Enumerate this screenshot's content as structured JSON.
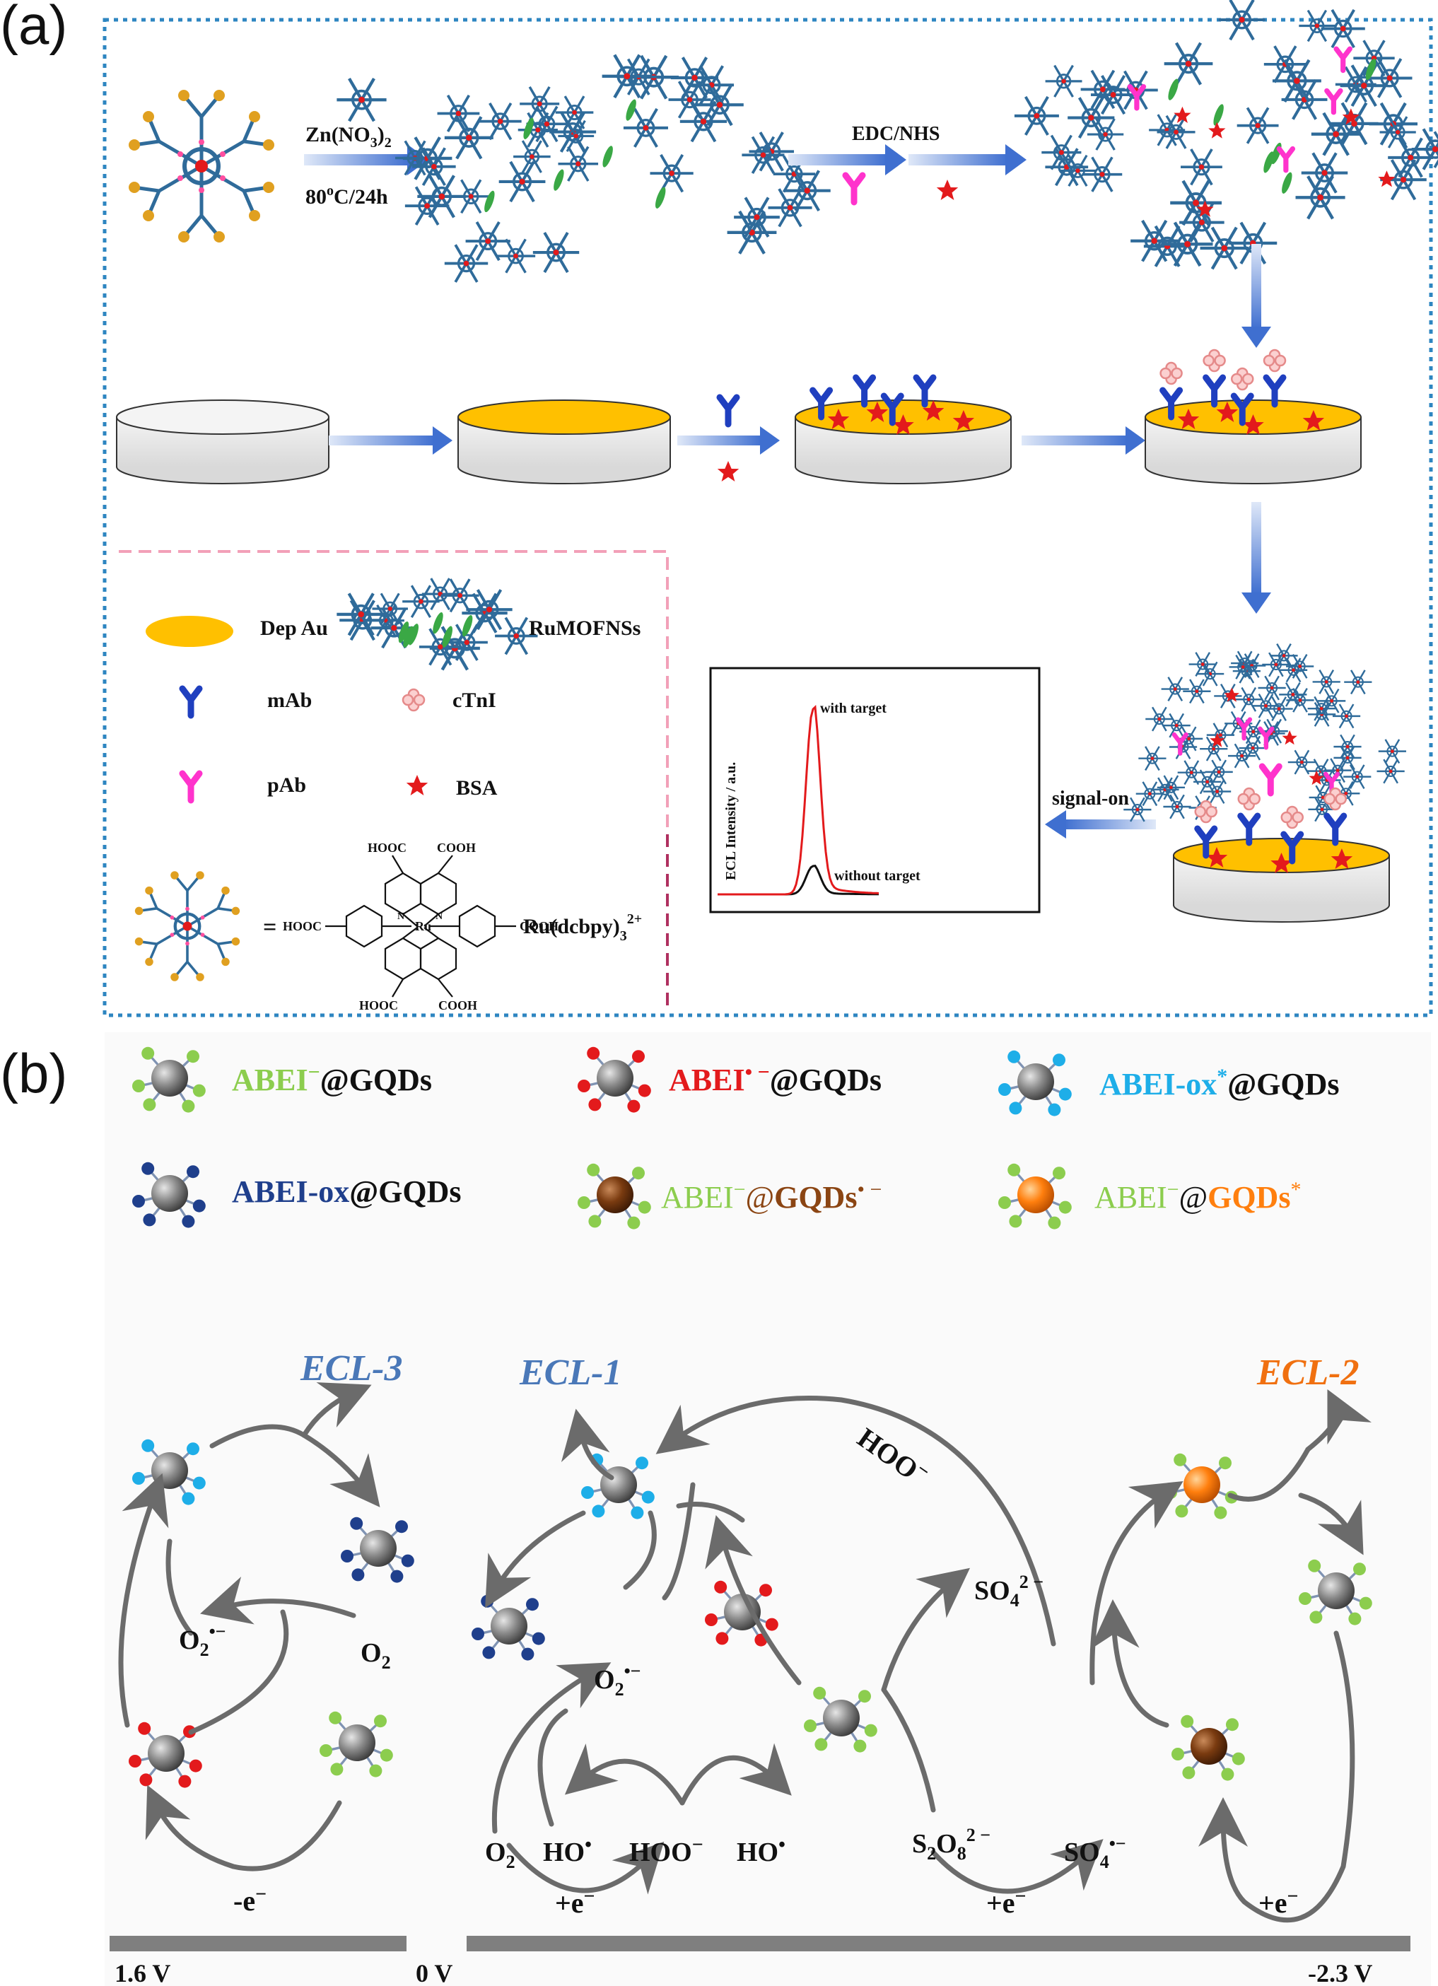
{
  "panels": {
    "a": "(a)",
    "b": "(b)"
  },
  "panel_a": {
    "synthesis_reagent": "Zn(NO",
    "synthesis_reagent_sub3": "3",
    "synthesis_reagent_close": ")",
    "synthesis_reagent_sub2": "2",
    "synthesis_condition_a": "80",
    "synthesis_condition_deg": "o",
    "synthesis_condition_b": "C/24h",
    "coupling_reagent": "EDC/NHS",
    "signal_on": "signal-on",
    "legend": {
      "dep_au": "Dep Au",
      "ruMOF": "RuMOFNSs",
      "mab": "mAb",
      "ctni": "cTnI",
      "pab": "pAb",
      "bsa": "BSA",
      "equals": "=",
      "ru_complex": "Ru(dcbpy)",
      "ru_sub": "3",
      "ru_sup": "2+",
      "hooc1": "HOOC",
      "hooc2": "HOOC",
      "hooc3": "HOOC",
      "cooh1": "COOH",
      "cooh2": "COOH",
      "cooh3": "COOH",
      "ru": "Ru",
      "n": "N"
    },
    "inset": {
      "ylabel": "ECL Intensity / a.u.",
      "with_target": "with target",
      "without_target": "without target"
    }
  },
  "panel_b": {
    "legend": {
      "abei_minus": "ABEI",
      "abei_minus_sup": "−",
      "at_gqds": "@GQDs",
      "abei_radical": "ABEI",
      "abei_radical_sup": "• −",
      "abei_ox_star": "ABEI-ox",
      "abei_ox_star_sup": "*",
      "abei_ox": "ABEI-ox",
      "gqds_radical_prefix": "ABEI",
      "gqds_radical_at": "@",
      "gqds_radical": "GQDs",
      "gqds_radical_sup": "• −",
      "gqds_star_prefix": "ABEI",
      "gqds_star_at": "@",
      "gqds_star": "GQDs",
      "gqds_star_sup": "*"
    },
    "ecl": {
      "ecl3": "ECL-3",
      "ecl1": "ECL-1",
      "ecl2": "ECL-2"
    },
    "species": {
      "o2_left": "O",
      "o2_right": "O",
      "o2_sub": "2",
      "superoxide_sup": "•−",
      "hoo_arc": "HOO",
      "hoo_arc_sup": "−",
      "so4_dianion": "SO",
      "so4_sub": "4",
      "so4_dianion_sup": "2 −",
      "so4_radical": "SO",
      "so4_radical_sup": "•−",
      "ho_radical": "HO",
      "ho_dot": "•",
      "hoo_minus": "HOO",
      "hoo_minus_sup": "−",
      "s2o8": "S",
      "s2o8_sub1": "2",
      "s2o8_mid": "O",
      "s2o8_sub2": "8",
      "s2o8_sup": "2 −",
      "minus_e": "-e",
      "plus_e": "+e",
      "e_sup": "−"
    },
    "potentials": {
      "left": "1.6 V",
      "middle": "0 V",
      "right": "-2.3 V"
    }
  },
  "colors": {
    "border_a": "#2e86c1",
    "legend_border": "#f2a0b8",
    "arrow": "#4a7bd1",
    "mof": "#2f6b9a",
    "gold": "#ffc000",
    "mab": "#1f3fbf",
    "pab": "#ff33cc",
    "ctni": "#f4a3a3",
    "bsa": "#e31a1c",
    "abei_minus": "#8ccd4e",
    "abei_radical": "#e31a1c",
    "abei_ox_star": "#1eaee8",
    "abei_ox": "#1f3f8c",
    "gqds_radical": "#8b4513",
    "gqds_star": "#ff7f0e",
    "ecl_blue": "#4a78b8",
    "ecl_orange": "#f07010",
    "electrode": "#7f7f7f",
    "curve_with": "#e31a1c",
    "curve_without": "#111111"
  }
}
